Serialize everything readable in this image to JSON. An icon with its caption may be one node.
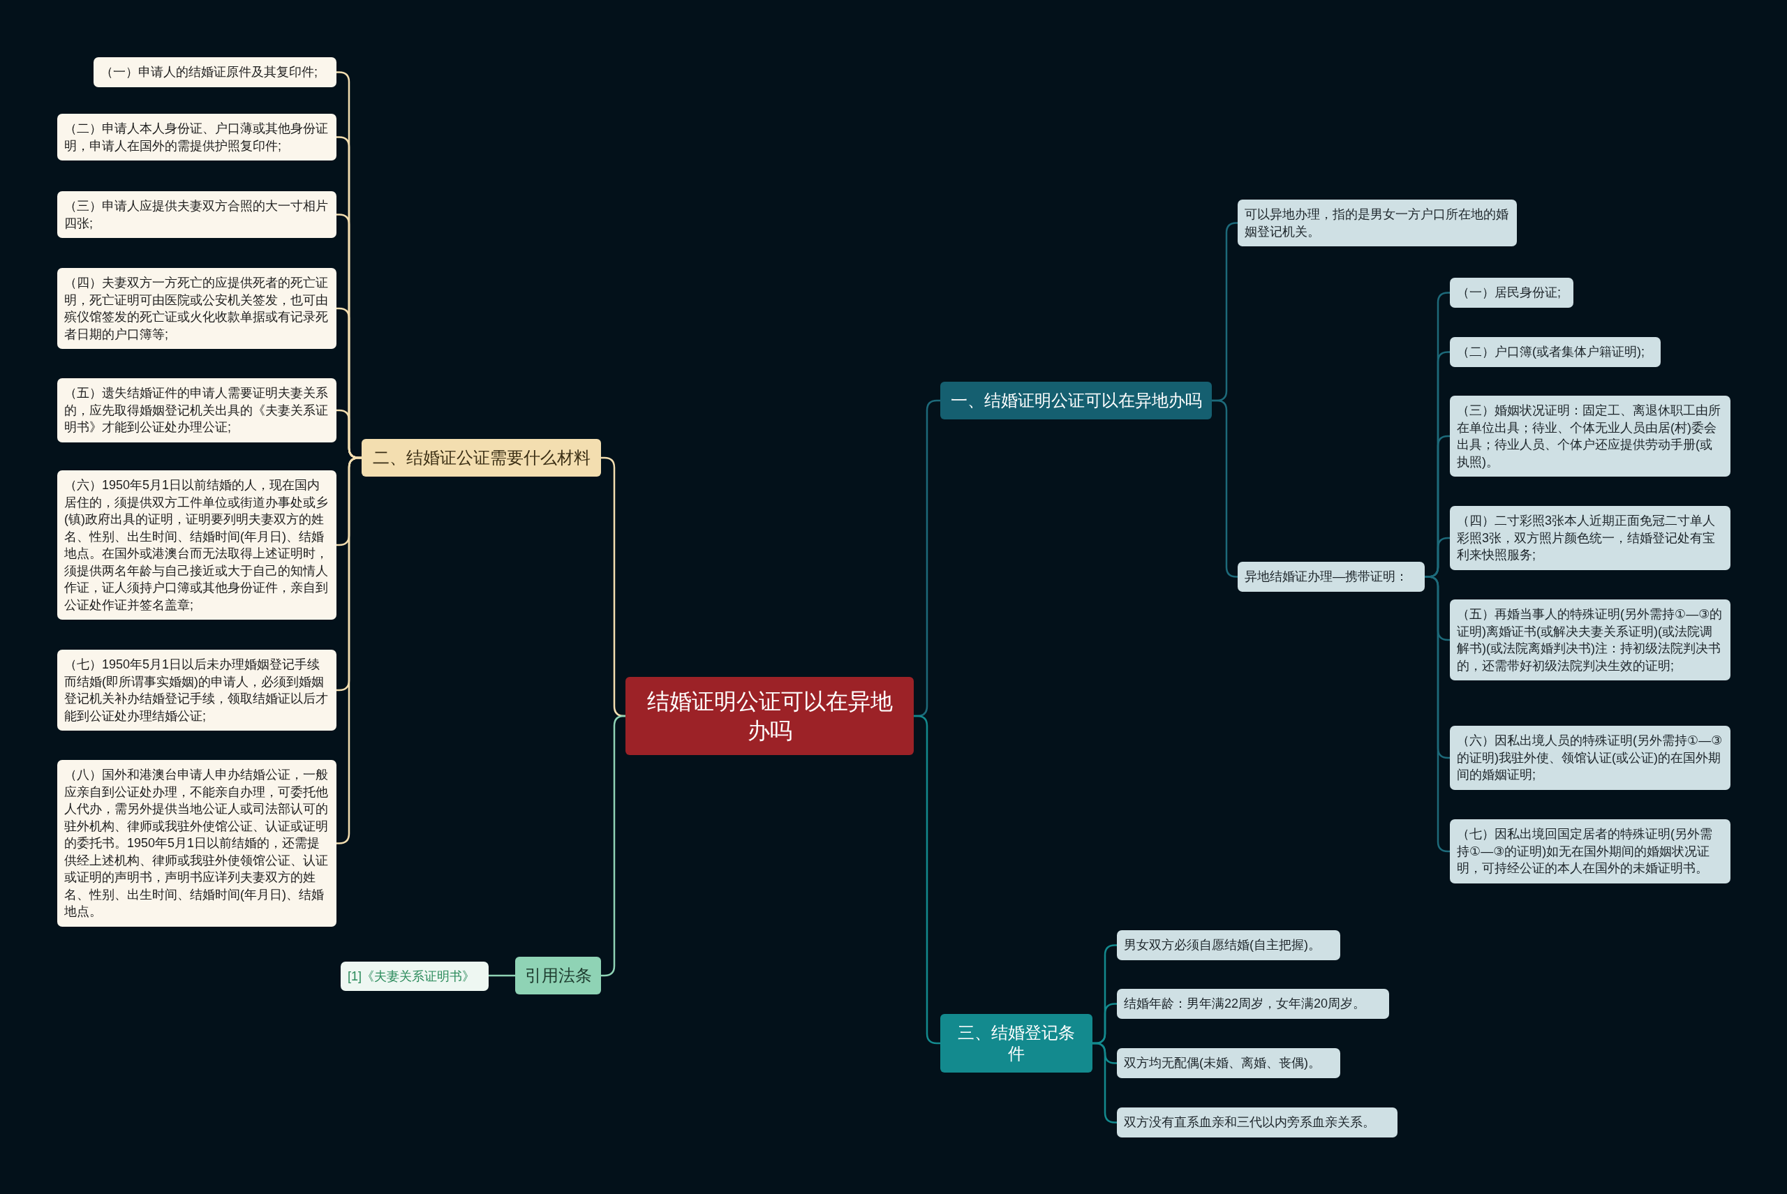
{
  "diagram": {
    "nodes": [
      {
        "text": [
          "结婚证明公证可以在异地办吗"
        ]
      },
      {
        "text": [
          "一、结婚证明公证可以在异地办吗"
        ]
      },
      {
        "text": [
          "可以异地办理，指的是男女一方户口所在地的婚姻登记机关。"
        ]
      },
      {
        "text": [
          "异地结婚证办理—携带证明："
        ]
      },
      {
        "text": [
          "（一）居民身份证;"
        ]
      },
      {
        "text": [
          "（二）户口簿(或者集体户籍证明);"
        ]
      },
      {
        "text": [
          "（三）婚姻状况证明：固定工、离退休职工由所在单位出具；待业、个体无业人员由居(村)委会出具；待业人员、个体户还应提供劳动手册(或执照)。"
        ]
      },
      {
        "text": [
          "（四）二寸彩照3张本人近期正面免冠二寸单人彩照3张，双方照片颜色统一，结婚登记处有宝利来快照服务;"
        ]
      },
      {
        "text": [
          "（五）再婚当事人的特殊证明(另外需持①—③的证明)离婚证书(或解决夫妻关系证明)(或法院调解书)(或法院离婚判决书)注：持初级法院判决书的，还需带好初级法院判决生效的证明;"
        ]
      },
      {
        "text": [
          "（六）因私出境人员的特殊证明(另外需持①—③的证明)我驻外使、领馆认证(或公证)的在国外期间的婚姻证明;"
        ]
      },
      {
        "text": [
          "（七）因私出境回国定居者的特殊证明(另外需持①—③的证明)如无在国外期间的婚姻状况证明，可持经公证的本人在国外的未婚证明书。"
        ]
      },
      {
        "text": [
          "三、结婚登记条件"
        ]
      },
      {
        "text": [
          "男女双方必须自愿结婚(自主把握)。"
        ]
      },
      {
        "text": [
          "结婚年龄：男年满22周岁，女年满20周岁。"
        ]
      },
      {
        "text": [
          "双方均无配偶(未婚、离婚、丧偶)。"
        ]
      },
      {
        "text": [
          "双方没有直系血亲和三代以内旁系血亲关系。"
        ]
      },
      {
        "text": [
          "二、结婚证公证需要什么材料"
        ]
      },
      {
        "text": [
          "（一）申请人的结婚证原件及其复印件;"
        ]
      },
      {
        "text": [
          "（二）申请人本人身份证、户口薄或其他身份证明，申请人在国外的需提供护照复印件;"
        ]
      },
      {
        "text": [
          "（三）申请人应提供夫妻双方合照的大一寸相片四张;"
        ]
      },
      {
        "text": [
          "（四）夫妻双方一方死亡的应提供死者的死亡证明，死亡证明可由医院或公安机关签发，也可由殡仪馆签发的死亡证或火化收款单据或有记录死者日期的户口簿等;"
        ]
      },
      {
        "text": [
          "（五）遗失结婚证件的申请人需要证明夫妻关系的，应先取得婚姻登记机关出具的《夫妻关系证明书》才能到公证处办理公证;"
        ]
      },
      {
        "text": [
          "（六）1950年5月1日以前结婚的人，现在国内居住的，须提供双方工件单位或街道办事处或乡(镇)政府出具的证明，证明要列明夫妻双方的姓名、性别、出生时间、结婚时间(年月日)、结婚地点。在国外或港澳台而无法取得上述证明时，须提供两名年龄与自己接近或大于自己的知情人作证，证人须持户口簿或其他身份证件，亲自到公证处作证并签名盖章;"
        ]
      },
      {
        "text": [
          "（七）1950年5月1日以后未办理婚姻登记手续而结婚(即所谓事实婚姻)的申请人，必须到婚姻登记机关补办结婚登记手续，领取结婚证以后才能到公证处办理结婚公证;"
        ]
      },
      {
        "text": [
          "（八）国外和港澳台申请人申办结婚公证，一般应亲自到公证处办理，不能亲自办理，可委托他人代办，需另外提供当地公证人或司法部认可的驻外机构、律师或我驻外使馆公证、认证或证明的委托书。1950年5月1日以前结婚的，还需提供经上述机构、律师或我驻外使领馆公证、认证或证明的声明书，声明书应详列夫妻双方的姓名、性别、出生时间、结婚时间(年月日)、结婚地点。"
        ]
      },
      {
        "text": [
          "引用法条"
        ]
      },
      {
        "text": [
          "[1]《夫妻关系证明书》"
        ]
      }
    ],
    "edges": [
      {
        "from": 0,
        "to": 1,
        "arrow": "none"
      },
      {
        "from": 1,
        "to": 2,
        "arrow": "none"
      },
      {
        "from": 1,
        "to": 3,
        "arrow": "none"
      },
      {
        "from": 3,
        "to": 4,
        "arrow": "none"
      },
      {
        "from": 3,
        "to": 5,
        "arrow": "none"
      },
      {
        "from": 3,
        "to": 6,
        "arrow": "none"
      },
      {
        "from": 3,
        "to": 7,
        "arrow": "none"
      },
      {
        "from": 3,
        "to": 8,
        "arrow": "none"
      },
      {
        "from": 3,
        "to": 9,
        "arrow": "none"
      },
      {
        "from": 3,
        "to": 10,
        "arrow": "none"
      },
      {
        "from": 0,
        "to": 11,
        "arrow": "none",
        "color": "#138a8e"
      },
      {
        "from": 11,
        "to": 12,
        "arrow": "none",
        "color": "#138a8e"
      },
      {
        "from": 11,
        "to": 13,
        "arrow": "none",
        "color": "#138a8e"
      },
      {
        "from": 11,
        "to": 14,
        "arrow": "none",
        "color": "#138a8e"
      },
      {
        "from": 11,
        "to": 15,
        "arrow": "none",
        "color": "#138a8e"
      },
      {
        "from": 0,
        "to": 16,
        "arrow": "none",
        "color": "#f3deb0"
      },
      {
        "from": 16,
        "to": 17,
        "arrow": "none",
        "color": "#f3deb0"
      },
      {
        "from": 16,
        "to": 18,
        "arrow": "none",
        "color": "#f3deb0"
      },
      {
        "from": 16,
        "to": 19,
        "arrow": "none",
        "color": "#f3deb0"
      },
      {
        "from": 16,
        "to": 20,
        "arrow": "none",
        "color": "#f3deb0"
      },
      {
        "from": 16,
        "to": 21,
        "arrow": "none",
        "color": "#f3deb0"
      },
      {
        "from": 16,
        "to": 22,
        "arrow": "none",
        "color": "#f3deb0"
      },
      {
        "from": 16,
        "to": 23,
        "arrow": "none",
        "color": "#f3deb0"
      },
      {
        "from": 16,
        "to": 24,
        "arrow": "none",
        "color": "#f3deb0"
      },
      {
        "from": 0,
        "to": 25,
        "arrow": "none",
        "color": "#8fd3b5"
      },
      {
        "from": 25,
        "to": 26,
        "arrow": "none",
        "color": "#8fd3b5"
      }
    ]
  }
}
